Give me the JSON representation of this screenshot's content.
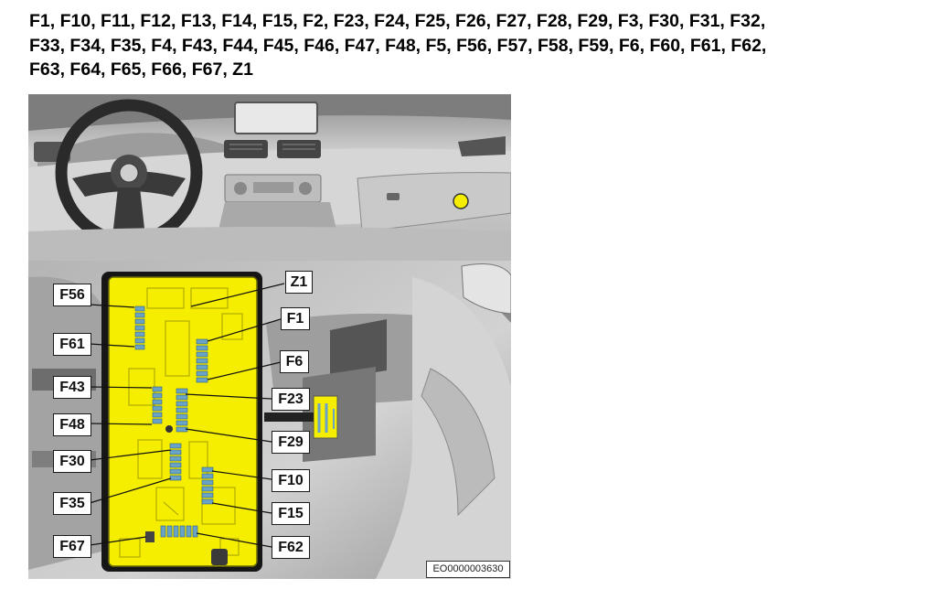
{
  "header": {
    "lines": [
      "F1, F10, F11, F12, F13, F14, F15, F2, F23, F24, F25, F26, F27, F28, F29, F3, F30, F31, F32,",
      "F33, F34, F35, F4, F43, F44, F45, F46, F47, F48, F5, F56, F57, F58, F59, F6, F60, F61, F62,",
      "F63, F64, F65, F66, F67, Z1"
    ]
  },
  "figure": {
    "callouts": {
      "f56": "F56",
      "f61": "F61",
      "f43": "F43",
      "f48": "F48",
      "f30": "F30",
      "f35": "F35",
      "f67": "F67",
      "z1": "Z1",
      "f1": "F1",
      "f6": "F6",
      "f23": "F23",
      "f29": "F29",
      "f10": "F10",
      "f15": "F15",
      "f62": "F62"
    },
    "image_code": "EO0000003630",
    "colors": {
      "highlight_yellow": "#f5ee00",
      "fuse_blue": "#6aa3c8",
      "panel_gray": "#c4c4c4",
      "dark_gray": "#555555"
    }
  }
}
